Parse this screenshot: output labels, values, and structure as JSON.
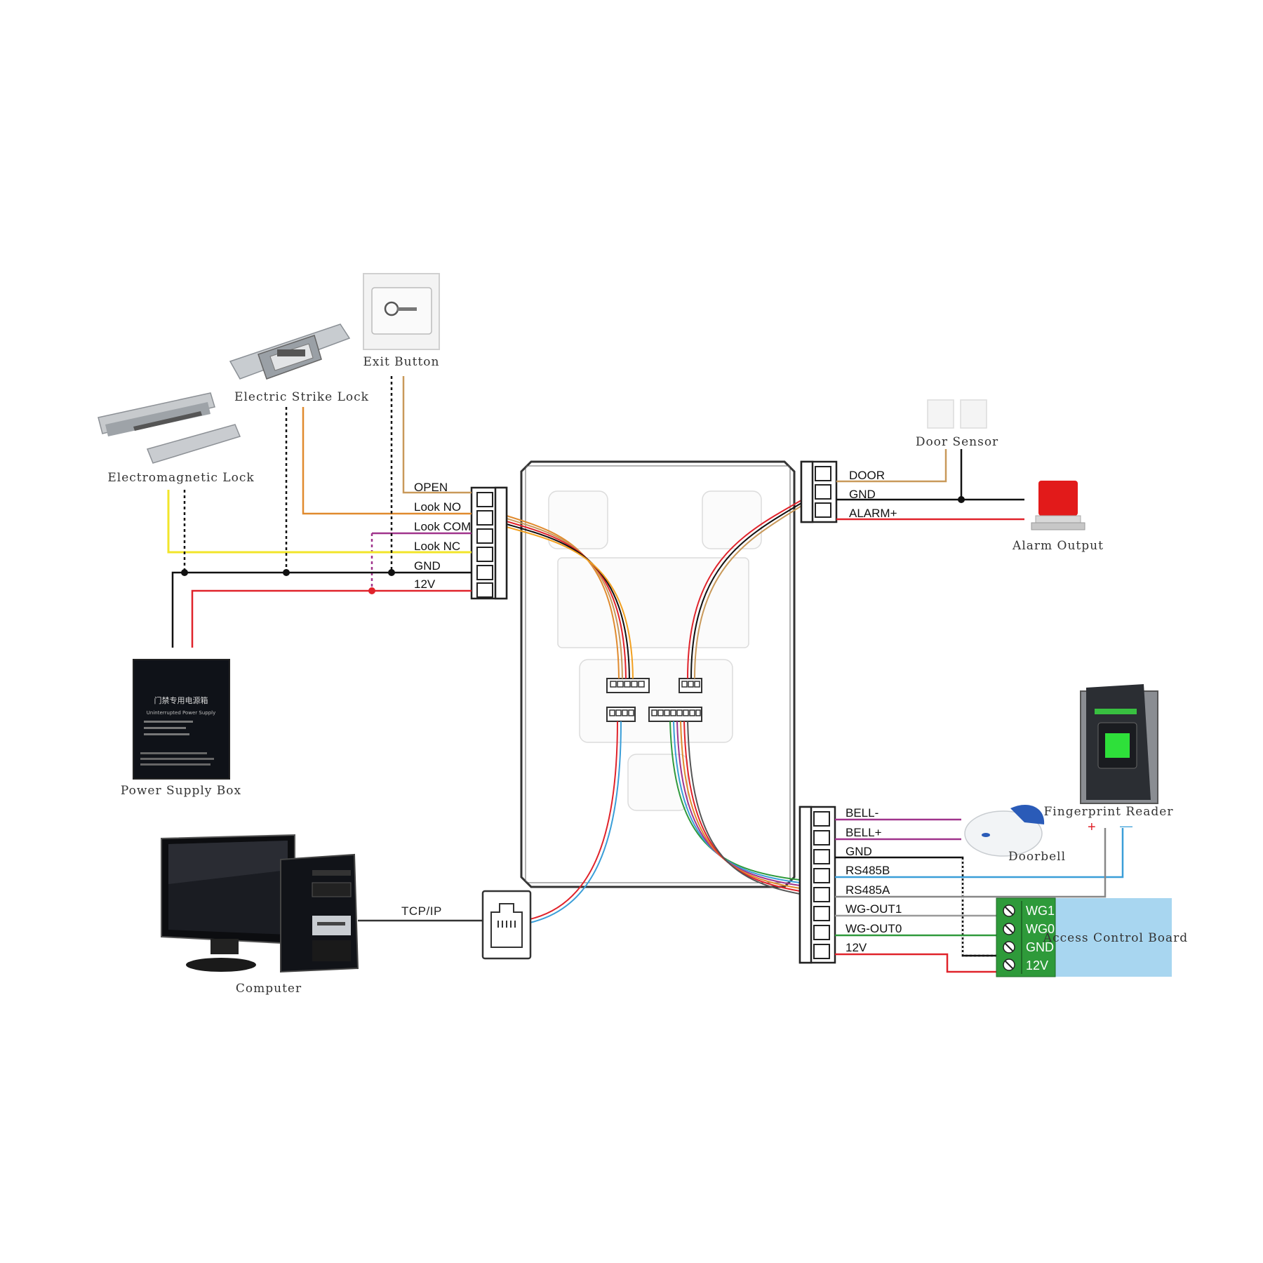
{
  "devices": {
    "exit_button": "Exit Button",
    "electric_strike_lock": "Electric Strike Lock",
    "electromagnetic_lock": "Electromagnetic Lock",
    "power_supply_box": "Power Supply Box",
    "power_supply_box_print": {
      "title": "门禁专用电源箱",
      "subtitle": "Uninterrupted Power Supply"
    },
    "door_sensor": "Door Sensor",
    "alarm_output": "Alarm Output",
    "fingerprint_reader": "Fingerprint Reader",
    "doorbell": "Doorbell",
    "computer": "Computer",
    "access_control_board": "Access Control Board"
  },
  "network": {
    "link_label": "TCP/IP"
  },
  "connectors": {
    "lock_side": [
      "OPEN",
      "Look NO",
      "Look COM",
      "Look NC",
      "GND",
      "12V"
    ],
    "sensor_side": [
      "DOOR",
      "GND",
      "ALARM+"
    ],
    "bus_side": [
      "BELL-",
      "BELL+",
      "GND",
      "RS485B",
      "RS485A",
      "WG-OUT1",
      "WG-OUT0",
      "12V"
    ]
  },
  "access_board_terminals": [
    "WG1",
    "WG0",
    "GND",
    "12V"
  ],
  "reader_polarity": {
    "plus": "+",
    "minus": "—"
  },
  "wire_colors": {
    "open": "#c9995a",
    "lock_no": "#e08a2e",
    "lock_com": "#a0348c",
    "lock_nc": "#f2e52a",
    "gnd": "#111111",
    "v12": "#e0232b",
    "rs485b": "#3a9ed8",
    "wg_out1": "#9a9a9a",
    "wg_out0": "#2f9a3c",
    "board_fill": "#a8d6f0",
    "terminal_green": "#2e9a3a"
  }
}
